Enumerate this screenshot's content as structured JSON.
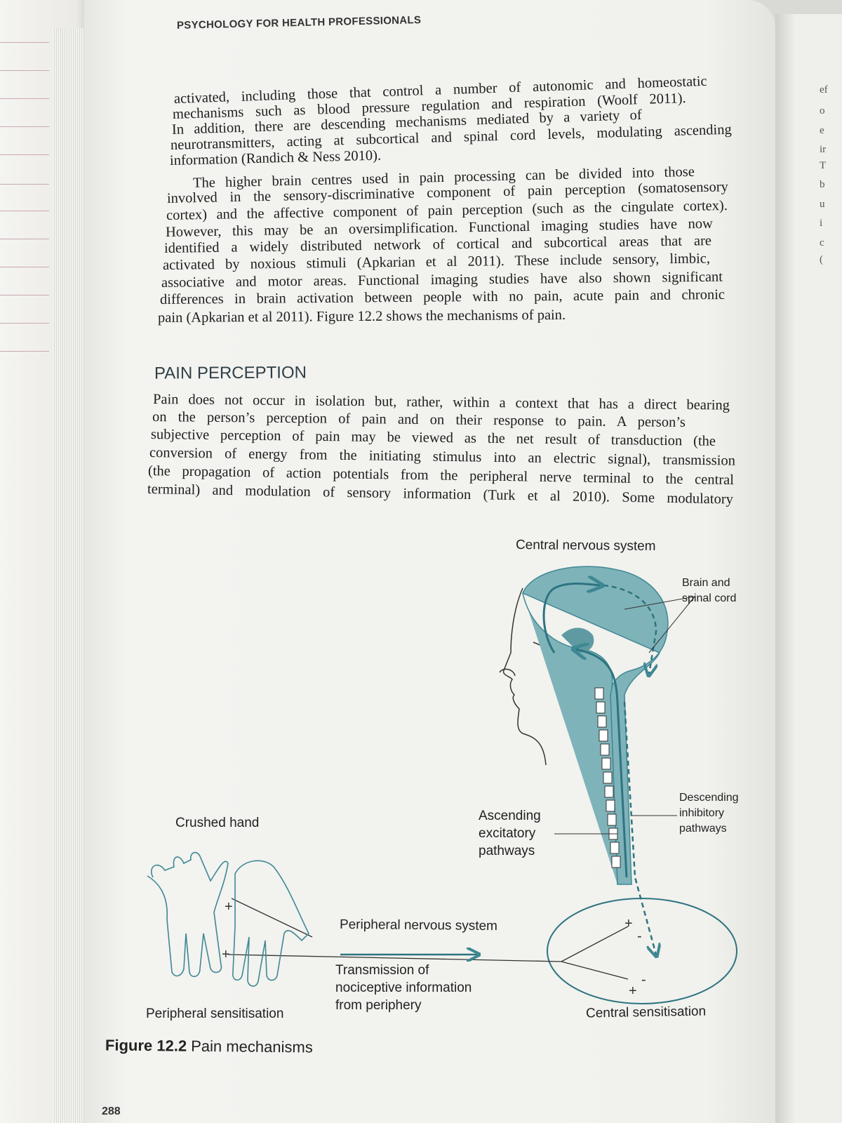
{
  "running_head": "PSYCHOLOGY FOR HEALTH PROFESSIONALS",
  "paragraphs": [
    {
      "lines": [
        "activated, including those that control a number of autonomic and homeostatic",
        "mechanisms such as blood pressure regulation and respiration (Woolf 2011).",
        "In addition, there are descending mechanisms mediated by a variety of",
        "neurotransmitters, acting at subcortical and spinal cord levels, modulating ascending",
        "information (Randich & Ness 2010)."
      ]
    },
    {
      "lines": [
        "The higher brain centres used in pain processing can be divided into those",
        "involved in the sensory-discriminative component of pain perception (somatosensory",
        "cortex) and the affective component of pain perception (such as the cingulate cortex).",
        "However, this may be an oversimplification. Functional imaging studies have now",
        "identified a widely distributed network of cortical and subcortical areas that are",
        "activated by noxious stimuli (Apkarian et al 2011). These include sensory, limbic,",
        "associative and motor areas. Functional imaging studies have also shown significant",
        "differences in brain activation between people with no pain, acute pain and chronic",
        "pain (Apkarian et al 2011). Figure 12.2 shows the mechanisms of pain."
      ]
    },
    {
      "lines": [
        "Pain does not occur in isolation but, rather, within a context that has a direct bearing",
        "on the person’s perception of pain and on their response to pain. A person’s",
        "subjective perception of pain may be viewed as the net result of transduction (the",
        "conversion of energy from the initiating stimulus into an electric signal), transmission",
        "(the propagation of action potentials from the peripheral nerve terminal to the central",
        "terminal) and modulation of sensory information (Turk et al 2010). Some modulatory"
      ]
    }
  ],
  "section_heading": "PAIN PERCEPTION",
  "figure": {
    "labels": {
      "cns": "Central nervous system",
      "brain_spinal_1": "Brain and",
      "brain_spinal_2": "spinal cord",
      "descending_1": "Descending",
      "descending_2": "inhibitory",
      "descending_3": "pathways",
      "ascending_1": "Ascending",
      "ascending_2": "excitatory",
      "ascending_3": "pathways",
      "crushed_hand": "Crushed hand",
      "pns": "Peripheral nervous system",
      "transmission_1": "Transmission of",
      "transmission_2": "nociceptive information",
      "transmission_3": "from periphery",
      "peripheral_sens": "Peripheral sensitisation",
      "central_sens": "Central sensitisation"
    },
    "caption_number": "Figure 12.2",
    "caption_title": "Pain mechanisms",
    "accent_color": "#3f8893",
    "fill_color": "#7fb3ba"
  },
  "page_number": "288",
  "adjacent_page_letters": [
    "ef",
    "o",
    "e",
    "ir",
    "T",
    "b",
    "u",
    "i",
    "c",
    "("
  ]
}
